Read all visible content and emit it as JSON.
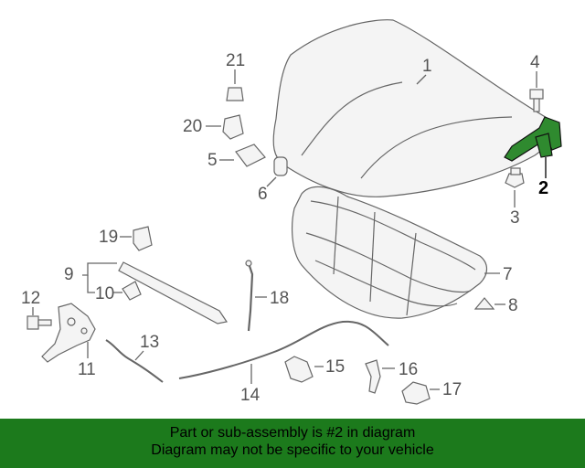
{
  "callouts": {
    "c1": "1",
    "c2": "2",
    "c3": "3",
    "c4": "4",
    "c5": "5",
    "c6": "6",
    "c7": "7",
    "c8": "8",
    "c9": "9",
    "c10": "10",
    "c11": "11",
    "c12": "12",
    "c13": "13",
    "c14": "14",
    "c15": "15",
    "c16": "16",
    "c17": "17",
    "c18": "18",
    "c19": "19",
    "c20": "20",
    "c21": "21"
  },
  "highlighted_part": "2",
  "colors": {
    "highlight": "#2f8a2f",
    "banner": "#1c7a1c"
  },
  "banner": {
    "line1": "Part or sub-assembly is #2 in diagram",
    "line2": "Diagram may not be specific to your vehicle"
  }
}
